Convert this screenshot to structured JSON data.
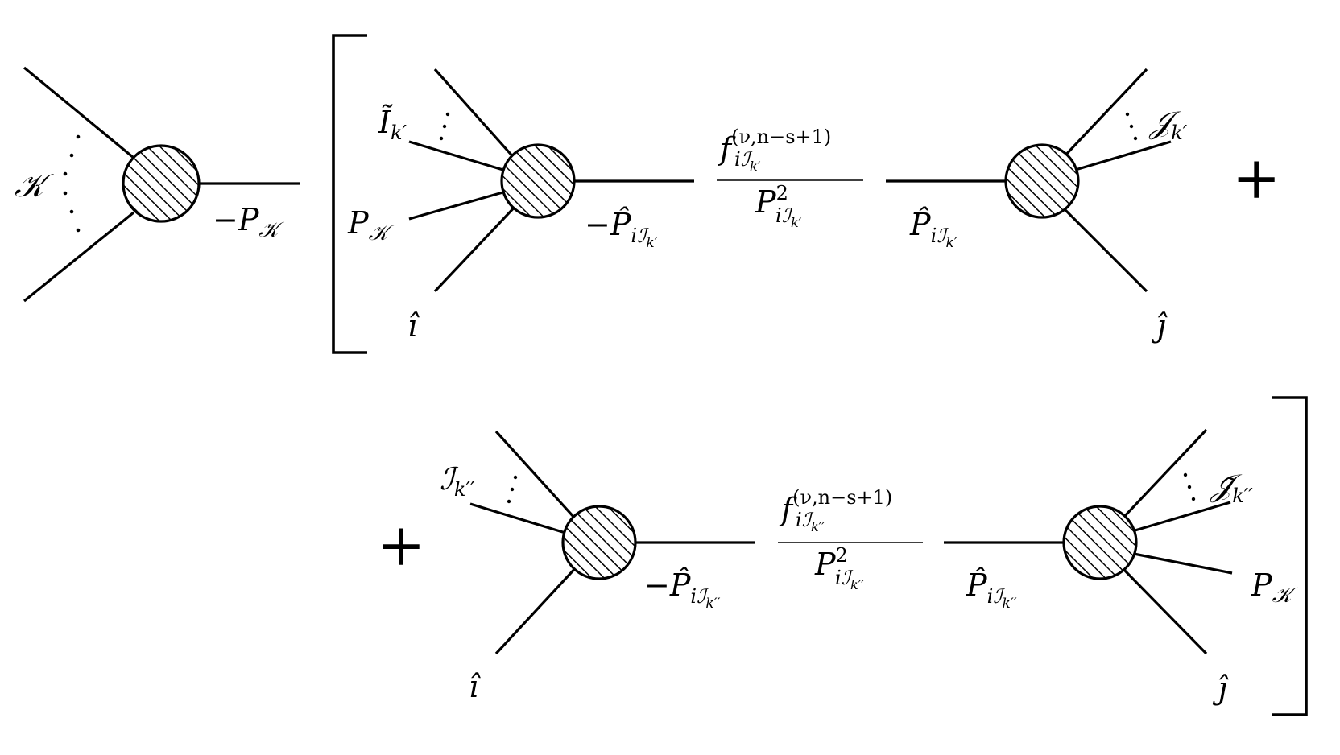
{
  "left_blob": {
    "external_label": "𝒦",
    "outgoing_label": "−P",
    "outgoing_sub": "𝒦"
  },
  "term1": {
    "left_blob": {
      "set_label": "Ĩ",
      "set_sub": "k′",
      "momentum_label": "P",
      "momentum_sub": "𝒦",
      "hat_leg": "î",
      "propagator_label": "−P̂",
      "propagator_sub_i": "i",
      "propagator_sub_I": "ℐ",
      "propagator_sub_k": "k′"
    },
    "fraction": {
      "numerator_f": "f",
      "numerator_sup": "(ν,n−s+1)",
      "numerator_sub_i": "i",
      "numerator_sub_I": "ℐ",
      "numerator_sub_k": "k′",
      "denominator_P": "P",
      "denominator_sup": "2",
      "denominator_sub_i": "i",
      "denominator_sub_I": "ℐ",
      "denominator_sub_k": "k′"
    },
    "right_blob": {
      "propagator_label": "P̂",
      "propagator_sub_i": "i",
      "propagator_sub_I": "ℐ",
      "propagator_sub_k": "k′",
      "set_label": "𝒥",
      "set_sub": "k′",
      "hat_leg": "ĵ"
    },
    "plus": "+"
  },
  "term2": {
    "plus": "+",
    "left_blob": {
      "set_label": "ℐ",
      "set_sub": "k′′",
      "hat_leg": "î",
      "propagator_label": "−P̂",
      "propagator_sub_i": "i",
      "propagator_sub_I": "ℐ",
      "propagator_sub_k": "k′′"
    },
    "fraction": {
      "numerator_f": "f",
      "numerator_sup": "(ν,n−s+1)",
      "numerator_sub_i": "i",
      "numerator_sub_I": "ℐ",
      "numerator_sub_k": "k′′",
      "denominator_P": "P",
      "denominator_sup": "2",
      "denominator_sub_i": "i",
      "denominator_sub_I": "ℐ",
      "denominator_sub_k": "k′′"
    },
    "right_blob": {
      "propagator_label": "P̂",
      "propagator_sub_i": "i",
      "propagator_sub_I": "ℐ",
      "propagator_sub_k": "k′′",
      "set_label": "𝒥̃",
      "set_sub": "k′′",
      "momentum_label": "P",
      "momentum_sub": "𝒦",
      "hat_leg": "ĵ"
    }
  }
}
